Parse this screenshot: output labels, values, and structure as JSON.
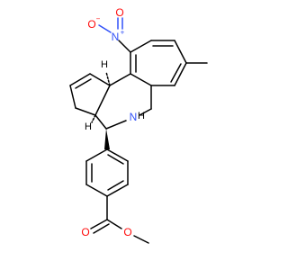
{
  "molecule": {
    "atoms": {
      "nitro_n": "N",
      "nitro_n_charge": "+",
      "nitro_o_minus": "O",
      "nitro_o_minus_charge": "−",
      "nitro_o": "O",
      "amine_n": "N",
      "amine_h": "H",
      "stereo_h_top": "H",
      "stereo_h_bottom": "H",
      "ester_o_carbonyl": "O",
      "ester_o_ether": "O"
    },
    "colors": {
      "nitrogen": "#3050F8",
      "oxygen": "#FF0D0D",
      "bond": "#000000"
    }
  }
}
